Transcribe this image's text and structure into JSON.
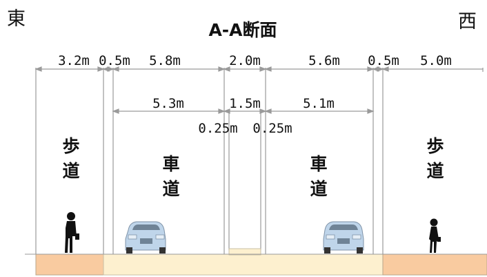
{
  "diagram": {
    "title": "A-A断面",
    "direction_left": "東",
    "direction_right": "西",
    "lanes": {
      "sidewalk_left": [
        "歩",
        "道"
      ],
      "road_left": [
        "車",
        "道"
      ],
      "road_right": [
        "車",
        "道"
      ],
      "sidewalk_right": [
        "歩",
        "道"
      ]
    },
    "dims_top": [
      "3.2m",
      "0.5m",
      "5.8m",
      "2.0m",
      "5.6m",
      "0.5m",
      "5.0m"
    ],
    "dims_second": [
      "5.3m",
      "1.5m",
      "5.1m"
    ],
    "dims_third": [
      "0.25m",
      "0.25m"
    ]
  },
  "colors": {
    "sidewalk": "#f9cba0",
    "roadway": "#fdf0cf",
    "line": "#999999",
    "text": "#111111"
  }
}
